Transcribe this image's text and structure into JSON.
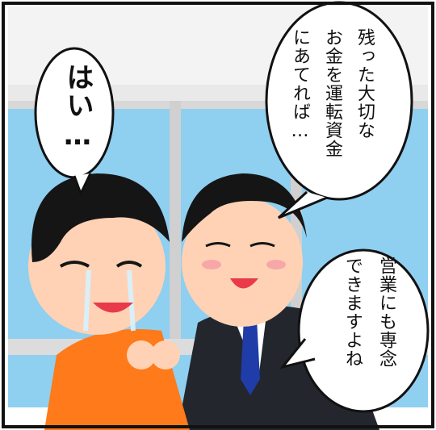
{
  "panel": {
    "speech": [
      {
        "id": "boy",
        "text": "はい…"
      },
      {
        "id": "man-top",
        "lines": [
          "残った大切な",
          "お金を運転資金",
          "にあてれば…"
        ]
      },
      {
        "id": "man-bottom",
        "lines": [
          "営業にも専念",
          "できますよね"
        ]
      }
    ],
    "colors": {
      "window": "#8fcff0",
      "wall": "#f5f5f5",
      "frame": "#c9c9c9",
      "boy_shirt": "#ff7a1a",
      "suit": "#23262d",
      "tie": "#1f3ca8",
      "skin": "#ffd2b5",
      "hair": "#151515"
    }
  }
}
